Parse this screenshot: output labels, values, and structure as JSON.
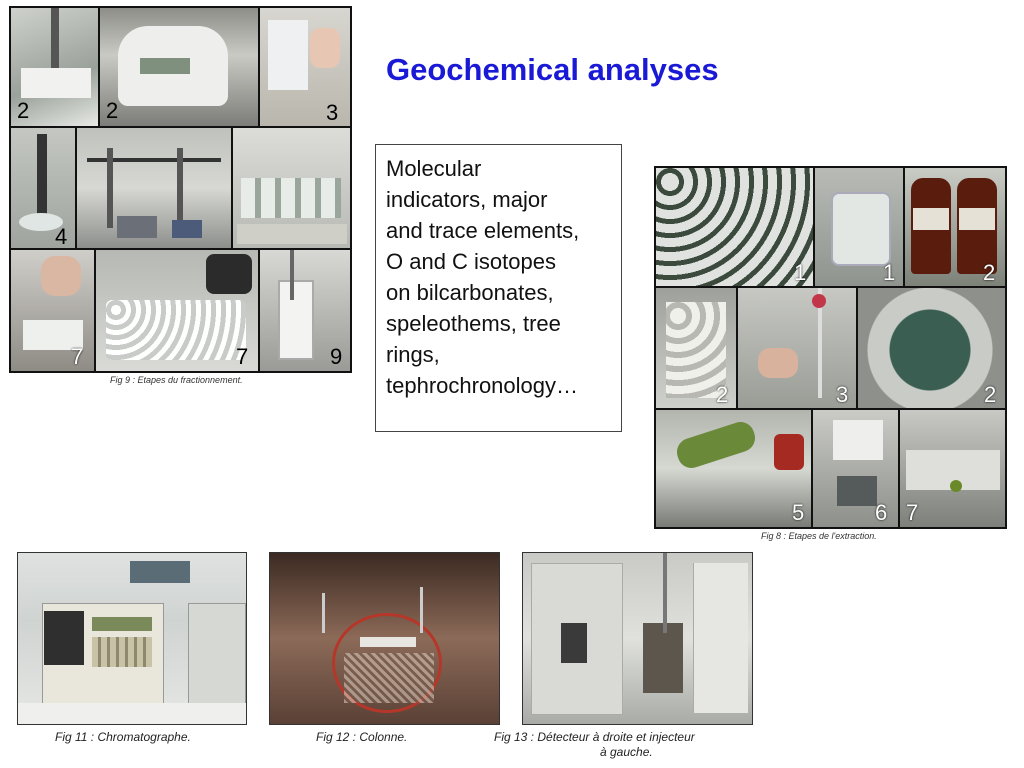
{
  "slide": {
    "title": "Geochemical analyses",
    "text_lines": [
      "Molecular",
      "indicators, major",
      "and trace elements,",
      "O and C isotopes",
      "on bilcarbonates,",
      "speleothems, tree",
      "rings,",
      "tephrochronology…"
    ]
  },
  "figures": {
    "fig9": {
      "caption": "Fig 9 : Etapes du fractionnement.",
      "tile_numbers": [
        "2",
        "2",
        "3",
        "4",
        "7",
        "7",
        "9"
      ]
    },
    "fig8": {
      "caption": "Fig 8 : Etapes de l'extraction.",
      "tile_numbers": [
        "1",
        "1",
        "2",
        "2",
        "3",
        "2",
        "5",
        "6",
        "7"
      ]
    },
    "fig11": {
      "caption": "Fig 11 : Chromatographe."
    },
    "fig12": {
      "caption": "Fig  12 : Colonne."
    },
    "fig13": {
      "caption_line1": "Fig 13 : Détecteur à droite et injecteur",
      "caption_line2": "à gauche."
    }
  },
  "colors": {
    "title": "#1a1ad6"
  }
}
